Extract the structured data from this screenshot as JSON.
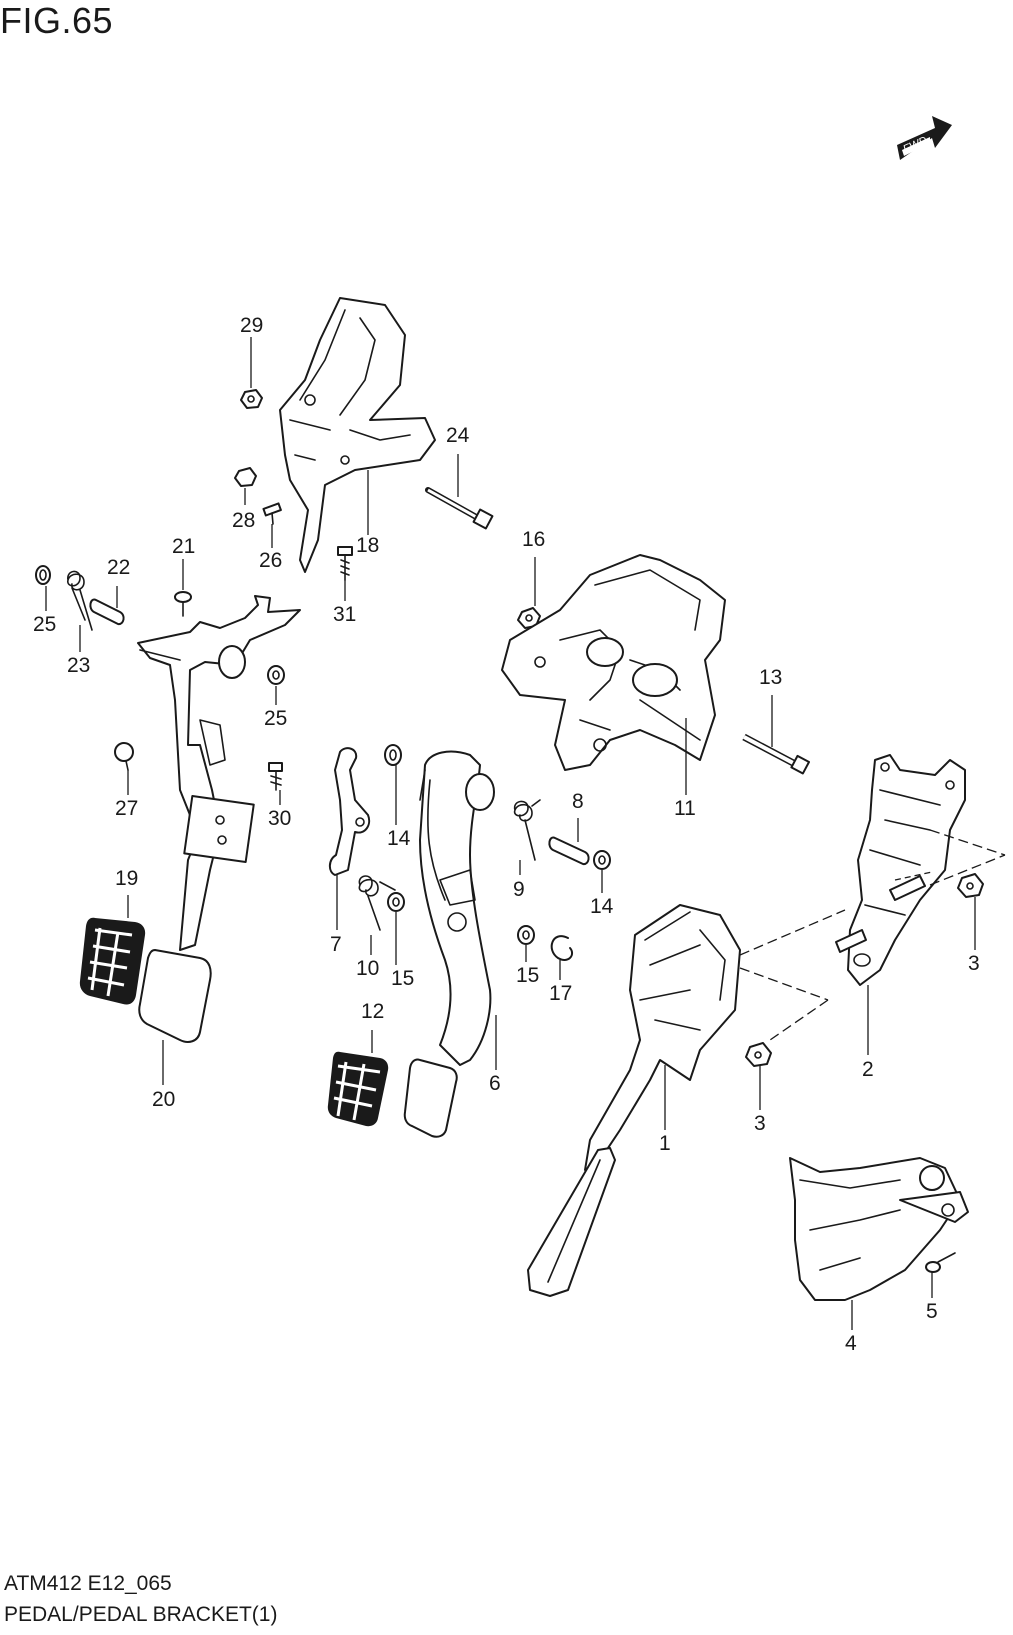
{
  "figure": {
    "title": "FIG.65",
    "code": "ATM412 E12_065",
    "name": "PEDAL/PEDAL BRACKET(1)",
    "direction_label": "FWD"
  },
  "callouts": {
    "c1": "1",
    "c2": "2",
    "c3a": "3",
    "c3b": "3",
    "c4": "4",
    "c5": "5",
    "c6": "6",
    "c7": "7",
    "c8": "8",
    "c9": "9",
    "c10": "10",
    "c11": "11",
    "c12": "12",
    "c13": "13",
    "c14a": "14",
    "c14b": "14",
    "c15a": "15",
    "c15b": "15",
    "c16": "16",
    "c17": "17",
    "c18": "18",
    "c19": "19",
    "c20": "20",
    "c21": "21",
    "c22": "22",
    "c23": "23",
    "c24": "24",
    "c25a": "25",
    "c25b": "25",
    "c26": "26",
    "c27": "27",
    "c28": "28",
    "c29": "29",
    "c30": "30",
    "c31": "31"
  }
}
